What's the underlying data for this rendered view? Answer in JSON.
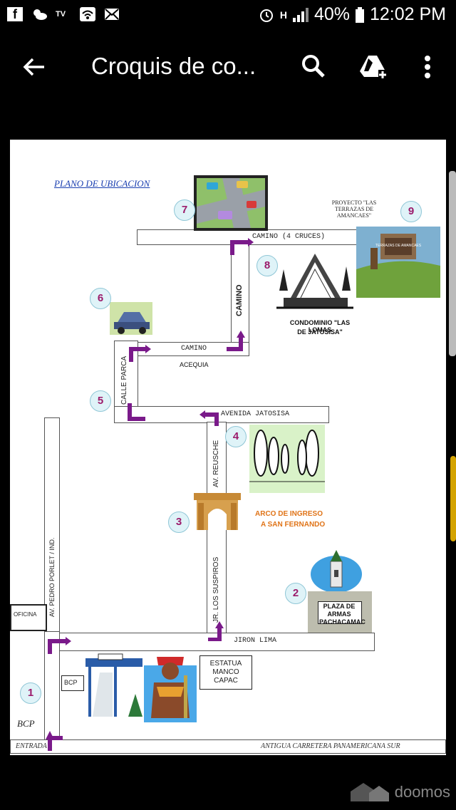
{
  "status_bar": {
    "battery": "40%",
    "time": "12:02 PM",
    "network": "H"
  },
  "app_bar": {
    "title": "Croquis de co..."
  },
  "document": {
    "heading": "PLANO DE UBICACION",
    "roads": {
      "camino_cruces": "CAMINO (4 CRUCES)",
      "camino_vertical": "CAMINO",
      "camino_mid": "CAMINO",
      "acequia": "ACEQUIA",
      "calle_parca": "CALLE PARCA",
      "avenida_jatosisa": "AVENIDA JATOSISA",
      "av_reusche": "AV. REUSCHE",
      "jr_suspiros": "JR. LOS SUSPIROS",
      "av_pedro": "AV. PEDRO PORLET / IND.",
      "jiron_lima": "JIRON LIMA",
      "antigua": "ANTIGUA CARRETERA PANAMERICANA SUR",
      "entrada": "ENTRADA"
    },
    "labels": {
      "proyecto": "PROYECTO \"LAS TERRAZAS DE AMANCAES\"",
      "condominio_1": "CONDOMINIO \"LAS LOMAS",
      "condominio_2": "DE JATOSISA\"",
      "arco_1": "ARCO DE INGRESO",
      "arco_2": "A SAN FERNANDO",
      "plaza": "PLAZA DE ARMAS PACHACAMAC",
      "estatua": "ESTATUA MANCO CAPAC",
      "oficina": "OFICINA",
      "bcp": "BCP",
      "bcp_big": "BCP",
      "sign": "TERRAZAS DE AMANCAES"
    },
    "markers": [
      "1",
      "2",
      "3",
      "4",
      "5",
      "6",
      "7",
      "8",
      "9"
    ]
  },
  "watermark": "doomos"
}
